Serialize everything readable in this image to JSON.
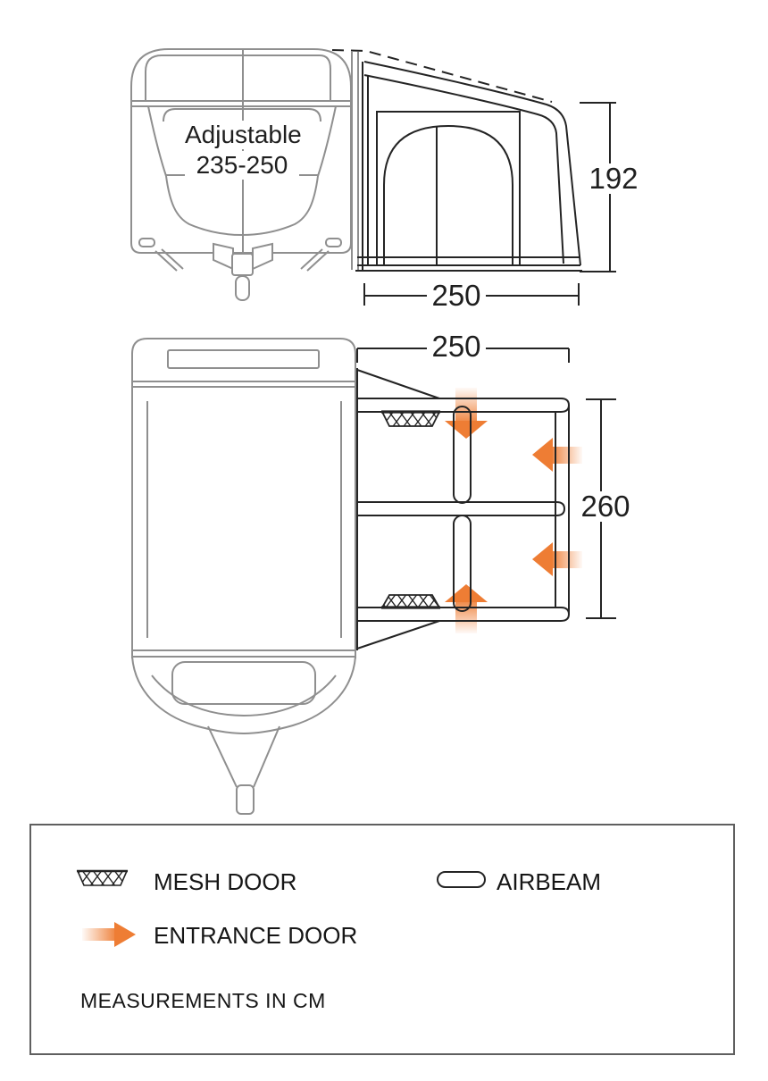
{
  "front_view": {
    "adjustable_label": "Adjustable",
    "adjustable_range": "235-250"
  },
  "side_view": {
    "height": "192",
    "depth": "250"
  },
  "plan_view": {
    "width": "250",
    "length": "260"
  },
  "legend": {
    "items": [
      {
        "id": "mesh-door",
        "label": "MESH DOOR"
      },
      {
        "id": "airbeam",
        "label": "AIRBEAM"
      },
      {
        "id": "entrance-door",
        "label": "ENTRANCE DOOR"
      }
    ],
    "note": "MEASUREMENTS IN CM"
  },
  "colors": {
    "accent_orange": "#EE7D34",
    "line_black": "#242424",
    "caravan_gray": "#8f8f8f"
  }
}
